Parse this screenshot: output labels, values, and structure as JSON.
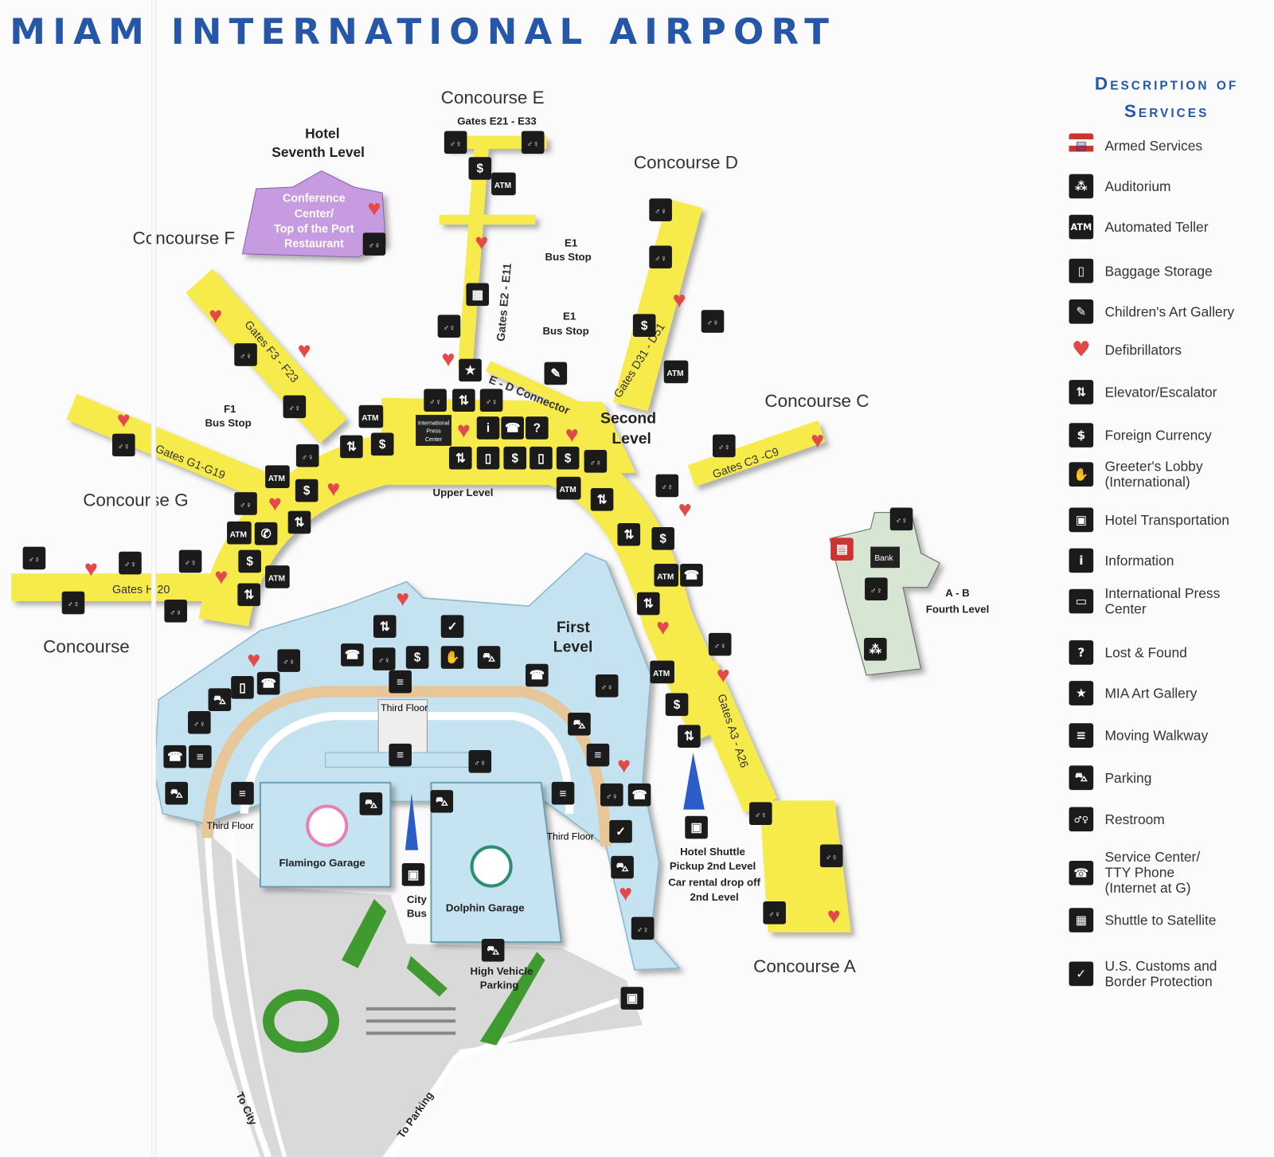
{
  "title": "MIAM INTERNATIONAL AIRPORT",
  "map": {
    "concourse_e": "Concourse E",
    "gates_e21_e33": "Gates E21 - E33",
    "concourse_d": "Concourse D",
    "concourse_c": "Concourse C",
    "concourse_a": "Concourse A",
    "concourse_f": "Concourse F",
    "concourse_g": "Concourse G",
    "concourse_h": "Concourse",
    "hotel_line1": "Hotel",
    "hotel_line2": "Seventh Level",
    "conference_lines": [
      "Conference",
      "Center/",
      "Top of the Port",
      "Restaurant"
    ],
    "e1_bus_stop_a": [
      "E1",
      "Bus Stop"
    ],
    "e1_bus_stop_b": [
      "E1",
      "Bus Stop"
    ],
    "f1_bus_stop": [
      "F1",
      "Bus Stop"
    ],
    "gates_e2_e11": "Gates E2 - E11",
    "ed_connector": "E - D  Connector",
    "second_level": [
      "Second",
      "Level"
    ],
    "upper_level": "Upper Level",
    "gates_d31_d51": "Gates D31 - D51",
    "gates_c3_c9": "Gates C3 -C9",
    "gates_f3_f23": "Gates F3 - F23",
    "gates_g1_g19": "Gates G1-G19",
    "gates_h20": "Gates H  20",
    "gates_a3_a26": "Gates A3 - A26",
    "first_level": [
      "First",
      "Level"
    ],
    "third_floor": "Third Floor",
    "flamingo_garage": "Flamingo Garage",
    "dolphin_garage": "Dolphin Garage",
    "city_bus": [
      "City",
      "Bus"
    ],
    "high_vehicle_parking": [
      "High Vehicle",
      "Parking"
    ],
    "hotel_shuttle": [
      "Hotel Shuttle",
      "Pickup 2nd Level",
      "Car rental drop off",
      "2nd Level"
    ],
    "ab_fourth_level": [
      "A - B",
      "Fourth Level"
    ],
    "bank": "Bank",
    "intl_press_center": [
      "International",
      "Press",
      "Center"
    ],
    "to_city": "To City",
    "to_parking": "To Parking",
    "atm": "ATM"
  },
  "colors": {
    "title": "#2556a8",
    "concourse_yellow": "#f7ea4c",
    "first_level_blue": "#c4e2ef",
    "hotel_purple": "#c79be0",
    "fourth_level_green": "#d6e6d2",
    "ring_tan": "#e7c69a",
    "landscape_green": "#3f9a2f"
  },
  "legend": {
    "title_line1": "Description of",
    "title_line2": "Services",
    "items": [
      {
        "icon": "flag-icon",
        "glyph": "▤",
        "label": "Armed Services"
      },
      {
        "icon": "auditorium-icon",
        "glyph": "⁂",
        "label": "Auditorium"
      },
      {
        "icon": "atm-icon",
        "glyph": "ATM",
        "label": "Automated Teller"
      },
      {
        "icon": "baggage-icon",
        "glyph": "▯",
        "label": "Baggage Storage"
      },
      {
        "icon": "paintbrush-icon",
        "glyph": "✎",
        "label": "Children's Art Gallery"
      },
      {
        "icon": "defibrillator-heart-icon",
        "glyph": "♥",
        "label": "Defibrillators"
      },
      {
        "icon": "elevator-escalator-icon",
        "glyph": "⇅",
        "label": "Elevator/Escalator"
      },
      {
        "icon": "foreign-currency-icon",
        "glyph": "$",
        "label": "Foreign Currency"
      },
      {
        "icon": "handshake-icon",
        "glyph": "✋",
        "label": "Greeter's Lobby\n(International)"
      },
      {
        "icon": "hotel-bus-icon",
        "glyph": "▣",
        "label": "Hotel Transportation"
      },
      {
        "icon": "information-icon",
        "glyph": "i",
        "label": "Information"
      },
      {
        "icon": "press-camera-icon",
        "glyph": "▭",
        "label": "International Press\nCenter"
      },
      {
        "icon": "lost-found-icon",
        "glyph": "?",
        "label": "Lost & Found"
      },
      {
        "icon": "star-icon",
        "glyph": "★",
        "label": "MIA Art Gallery"
      },
      {
        "icon": "moving-walkway-icon",
        "glyph": "≡",
        "label": "Moving Walkway"
      },
      {
        "icon": "car-icon",
        "glyph": "⛍",
        "label": "Parking"
      },
      {
        "icon": "restroom-icon",
        "glyph": "♂♀",
        "label": "Restroom"
      },
      {
        "icon": "tty-phone-icon",
        "glyph": "☎",
        "label": "Service Center/\nTTY Phone\n(Internet at G)"
      },
      {
        "icon": "train-icon",
        "glyph": "▦",
        "label": "Shuttle to Satellite"
      },
      {
        "icon": "customs-icon",
        "glyph": "✓",
        "label": "U.S. Customs and\nBorder Protection"
      }
    ]
  }
}
